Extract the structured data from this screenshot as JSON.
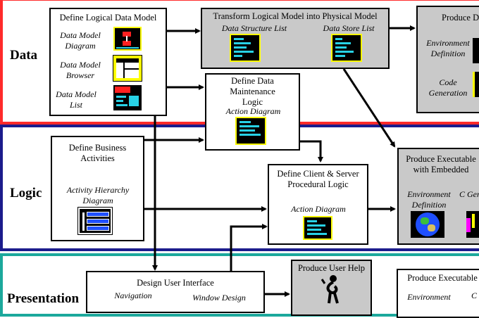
{
  "bands": {
    "data": {
      "label": "Data",
      "color": "#ff2a2a"
    },
    "logic": {
      "label": "Logic",
      "color": "#1c1c8c"
    },
    "presentation": {
      "label": "Presentation",
      "color": "#1ca89c"
    }
  },
  "boxes": {
    "logical_model": {
      "title": "Define Logical Data Model",
      "items": [
        "Data Model Diagram",
        "Data Model Browser",
        "Data Model List"
      ]
    },
    "transform": {
      "title": "Transform Logical Model into Physical Model",
      "items": [
        "Data Structure List",
        "Data Store List"
      ]
    },
    "produce_data": {
      "title": "Produce D",
      "items": [
        "Environment Definition",
        "Code Generation"
      ]
    },
    "maintenance": {
      "title": "Define Data Maintenance Logic",
      "items": [
        "Action Diagram"
      ]
    },
    "business": {
      "title": "Define Business Activities",
      "items": [
        "Activity Hierarchy Diagram"
      ]
    },
    "client_server": {
      "title": "Define Client & Server Procedural Logic",
      "items": [
        "Action Diagram"
      ]
    },
    "executable_embedded": {
      "title": "Produce Executable with Embedded",
      "items": [
        "Environment Definition",
        "C Gene"
      ]
    },
    "ui": {
      "title": "Design User Interface",
      "items": [
        "Navigation",
        "Window Design"
      ]
    },
    "help": {
      "title": "Produce User Help"
    },
    "executable_pres": {
      "title": "Produce Executable",
      "items": [
        "Environment",
        "C"
      ]
    }
  },
  "icons": {
    "data_model_diagram": "diagram-icon",
    "data_model_browser": "browser-window-icon",
    "data_model_list": "list-icon",
    "action_diagram": "code-listing-icon",
    "activity_hierarchy": "hierarchy-icon",
    "globe": "globe-icon",
    "help_figure": "help-figure-icon"
  },
  "colors": {
    "box_gray": "#c9c9c9",
    "icon_dark": "#000000",
    "icon_cyan": "#28d2e6",
    "icon_yellow": "#ffff00",
    "icon_red": "#ff2020",
    "icon_blue": "#1f4fff"
  }
}
